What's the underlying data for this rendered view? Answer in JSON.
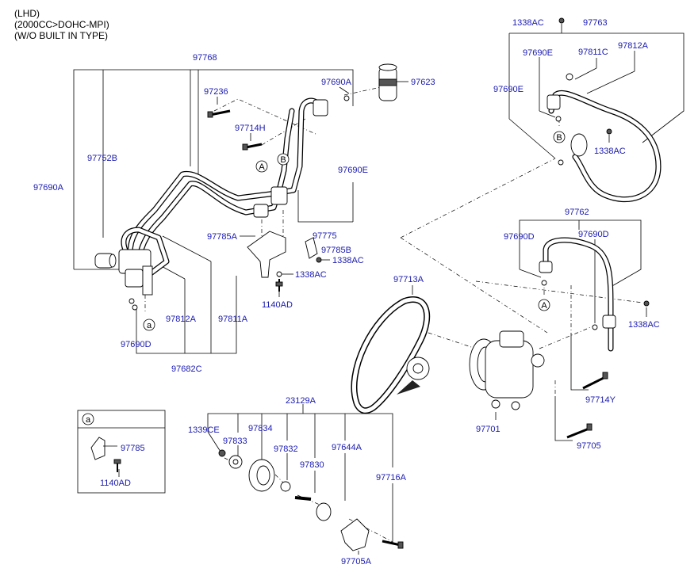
{
  "notes": [
    "(LHD)",
    "(2000CC>DOHC-MPI)",
    "(W/O BUILT IN TYPE)"
  ],
  "labels": {
    "p97768": "97768",
    "p97236": "97236",
    "p97690A_top": "97690A",
    "p97623": "97623",
    "p97714H": "97714H",
    "p97752B": "97752B",
    "p97690A_left": "97690A",
    "p97690E_mid": "97690E",
    "p97785A": "97785A",
    "p97775": "97775",
    "p97785B": "97785B",
    "p1338AC_a": "1338AC",
    "p1338AC_b": "1338AC",
    "p1140AD": "1140AD",
    "p97812A_left": "97812A",
    "p97811A": "97811A",
    "p97690D_left": "97690D",
    "p97682C": "97682C",
    "p1338AC_top": "1338AC",
    "p97763": "97763",
    "p97690E_r1": "97690E",
    "p97811C": "97811C",
    "p97812A_r": "97812A",
    "p97690E_r2": "97690E",
    "p1338AC_r": "1338AC",
    "p97762": "97762",
    "p97690D_r1": "97690D",
    "p97690D_r2": "97690D",
    "p1338AC_r2": "1338AC",
    "p97713A": "97713A",
    "p97714Y": "97714Y",
    "p97701": "97701",
    "p97705": "97705",
    "p23129A": "23129A",
    "p1339CE": "1339CE",
    "p97834": "97834",
    "p97833": "97833",
    "p97832": "97832",
    "p97644A": "97644A",
    "p97830": "97830",
    "p97716A": "97716A",
    "p97705A": "97705A",
    "inset_97785": "97785",
    "inset_1140AD": "1140AD"
  },
  "callouts": {
    "a": "a",
    "A": "A",
    "B": "B"
  },
  "icons": [
    "refrigerant-hose-icon",
    "compressor-icon",
    "drive-belt-icon",
    "idler-pulley-icon",
    "bracket-icon",
    "bolt-icon",
    "nut-icon",
    "o-ring-icon",
    "receiver-drier-icon"
  ]
}
